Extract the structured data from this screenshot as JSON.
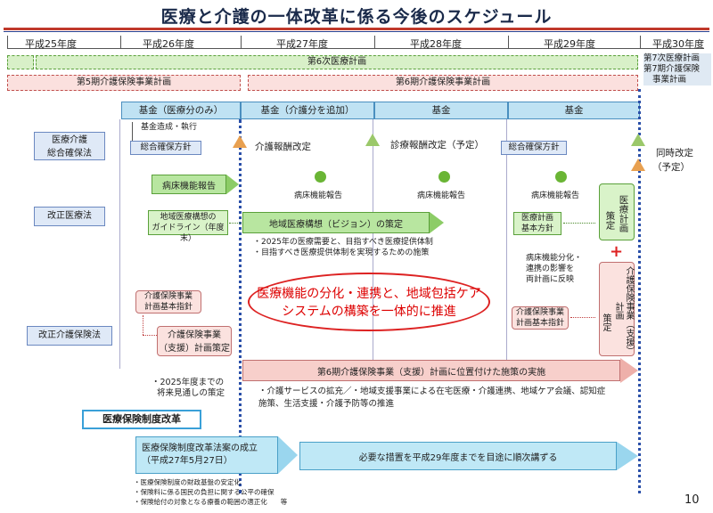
{
  "title": "医療と介護の一体改革に係る今後のスケジュール",
  "years": [
    "平成25年度",
    "平成26年度",
    "平成27年度",
    "平成28年度",
    "平成29年度",
    "平成30年度"
  ],
  "bars": {
    "plan6": "第6次医療計画",
    "plan7": "第7次医療計画",
    "plan7b": "第7期介護保険",
    "plan7c": "事業計画",
    "kaigo5": "第5期介護保険事業計画",
    "kaigo6": "第6期介護保険事業計画"
  },
  "fund": {
    "f1": "基金（医療分のみ）",
    "f2": "基金（介護分を追加）",
    "f3": "基金",
    "f4": "基金"
  },
  "left_labels": {
    "law1a": "医療介護",
    "law1b": "総合確保法",
    "law2": "改正医療法",
    "law3": "改正介護保険法",
    "law4": "医療保険制度改革"
  },
  "row1": {
    "kikin_note": "基金造成・執行",
    "hoshin1": "総合確保方針",
    "kaigo_kaitei": "介護報酬改定",
    "shinryo_kaitei": "診療報酬改定（予定）",
    "hoshin2": "総合確保方針",
    "doji1": "同時改定",
    "doji2": "（予定）"
  },
  "row2": {
    "byosho1": "病床機能報告",
    "byosho2": "病床機能報告",
    "byosho3": "病床機能報告",
    "byosho4": "病床機能報告",
    "guide1": "地域医療構想の",
    "guide2": "ガイドライン（年度末）",
    "vision": "地域医療構想（ビジョン）の策定",
    "vnote1": "・2025年の医療需要と、目指すべき医療提供体制",
    "vnote2": "・目指すべき医療提供体制を実現するための施策",
    "kihon1": "医療計画",
    "kihon2": "基本方針",
    "iryo_keikaku1": "策定",
    "iryo_keikaku2": "医療計画",
    "plus": "+",
    "bunka1": "病床機能分化・",
    "bunka2": "連携の影響を",
    "bunka3": "両計画に反映"
  },
  "ellipse": {
    "line1": "医療機能の分化・連携と、地域包括ケア",
    "line2": "システムの構築を一体的に推進"
  },
  "row3": {
    "kaigo_kihon1": "介護保険事業",
    "kaigo_kihon2": "計画基本指針",
    "sakutei1": "介護保険事業",
    "sakutei2": "（支援）計画策定",
    "note1": "・2025年度までの",
    "note2": "将来見通しの策定",
    "kihon3a": "介護保険事業",
    "kihon3b": "計画基本指針",
    "kaigo_keikaku1": "策定",
    "kaigo_keikaku2": "介護保険事業（支援）計画",
    "jisshi": "第6期介護保険事業（支援）計画に位置付けた施策の実施",
    "jnote1": "・介護サービスの拡充／・地域支援事業による在宅医療・介護連携、地域ケア会議、認知症",
    "jnote2": "施策、生活支援・介護予防等の推進"
  },
  "row4": {
    "seiritsu1": "医療保険制度改革法案の成立",
    "seiritsu2": "（平成27年5月27日）",
    "sochi": "必要な措置を平成29年度までを目途に順次講ずる",
    "n1": "・医療保険制度の財政基盤の安定化",
    "n2": "・保険料に係る国民の負担に関する公平の確保",
    "n3": "・保険給付の対象となる療養の範囲の適正化　　等"
  },
  "page_number": "10",
  "colors": {
    "green": "#6ab535",
    "red": "#d22222",
    "blue": "#2a4fa8",
    "fund": "#bfe2f3"
  }
}
